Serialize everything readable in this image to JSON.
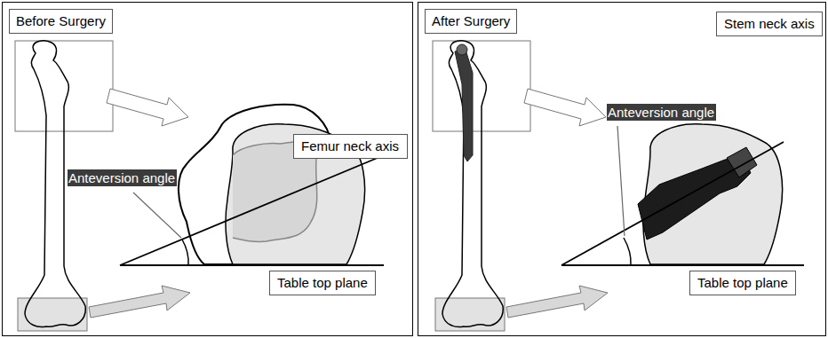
{
  "diagram": {
    "nodes": [
      {
        "text": [
          "Before Surgery"
        ]
      },
      {
        "text": [
          "Femur neck axis"
        ],
        "in": 0
      },
      {
        "text": [
          "Anteversion angle"
        ],
        "in": 0
      },
      {
        "text": [
          "Table top plane"
        ],
        "in": 0
      },
      {
        "text": [
          "After Surgery"
        ]
      },
      {
        "text": [
          "Stem neck axis"
        ],
        "in": 4
      },
      {
        "text": [
          "Anteversion angle"
        ],
        "in": 4
      },
      {
        "text": [
          "Table top plane"
        ],
        "in": 4
      }
    ]
  }
}
